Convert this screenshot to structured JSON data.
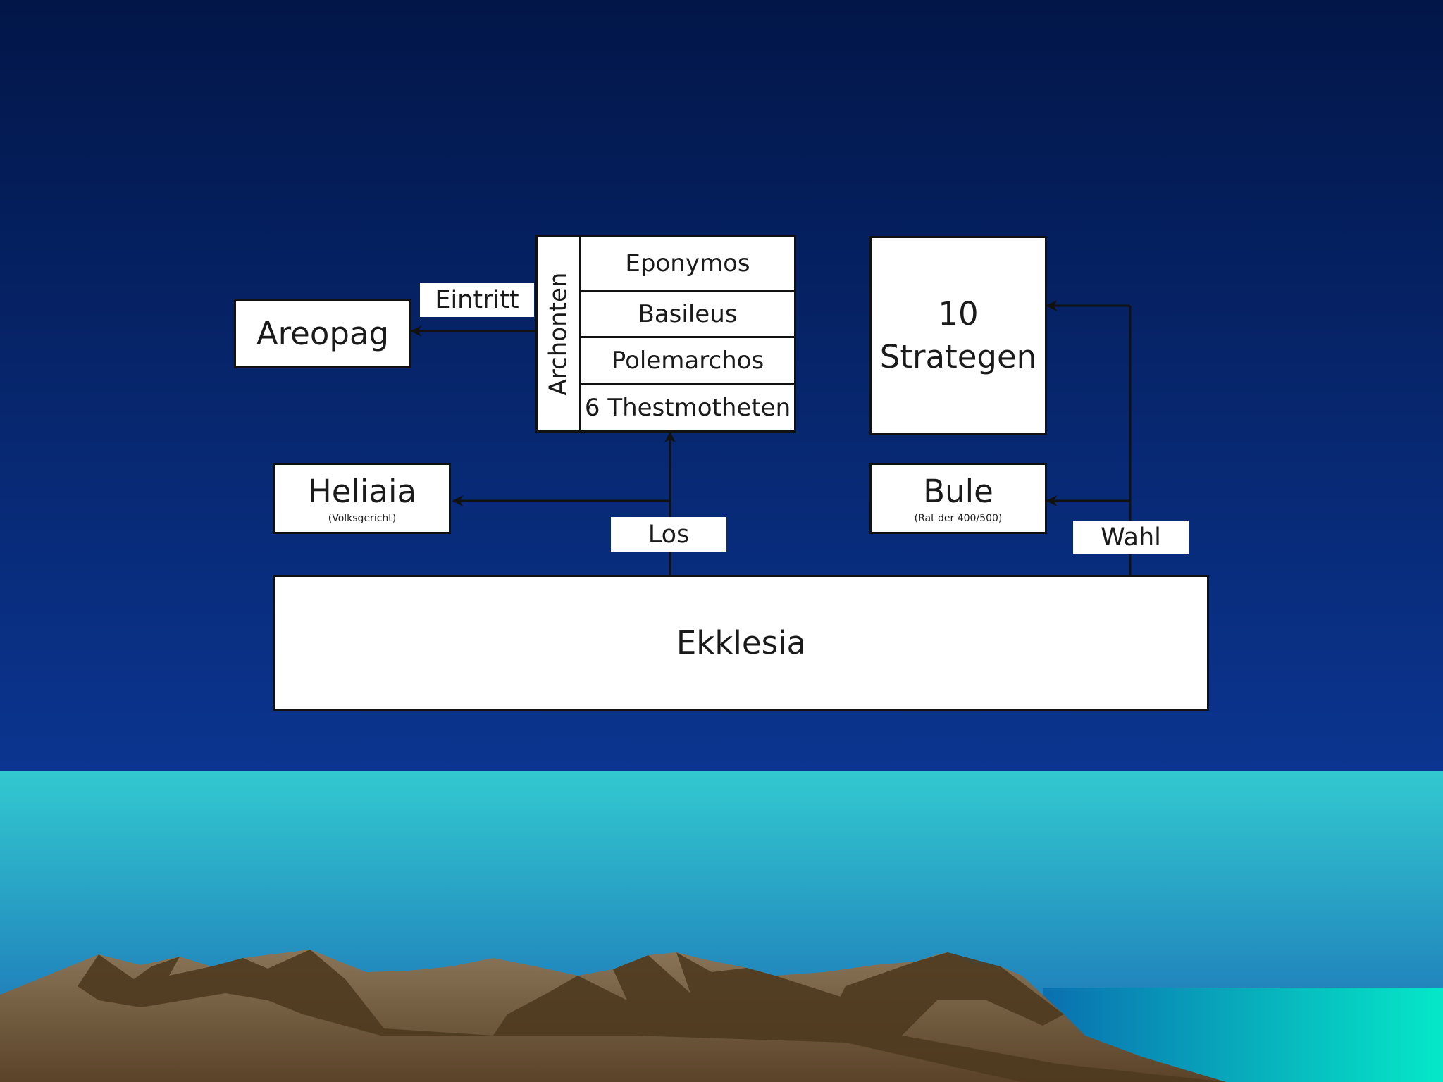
{
  "nodes": {
    "areopag": "Areopag",
    "eintritt": "Eintritt",
    "archonten": "Archonten",
    "eponymos": "Eponymos",
    "basileus": "Basileus",
    "polemarchos": "Polemarchos",
    "thesmotheten": "6 Thestmotheten",
    "strategen_line1": "10",
    "strategen_line2": "Strategen",
    "heliaia": "Heliaia",
    "heliaia_sub": "(Volksgericht)",
    "bule": "Bule",
    "bule_sub": "(Rat der 400/500)",
    "los": "Los",
    "wahl": "Wahl",
    "ekklesia": "Ekklesia"
  },
  "colors": {
    "sky_top": "#021648",
    "sky_bottom": "#0b3590",
    "sea_top": "#32c9d0",
    "sea_bottom": "#1a68b4",
    "mountain_light": "#8a7558",
    "mountain_dark": "#4e3a1e",
    "box_fill": "#ffffff",
    "line": "#111111"
  }
}
